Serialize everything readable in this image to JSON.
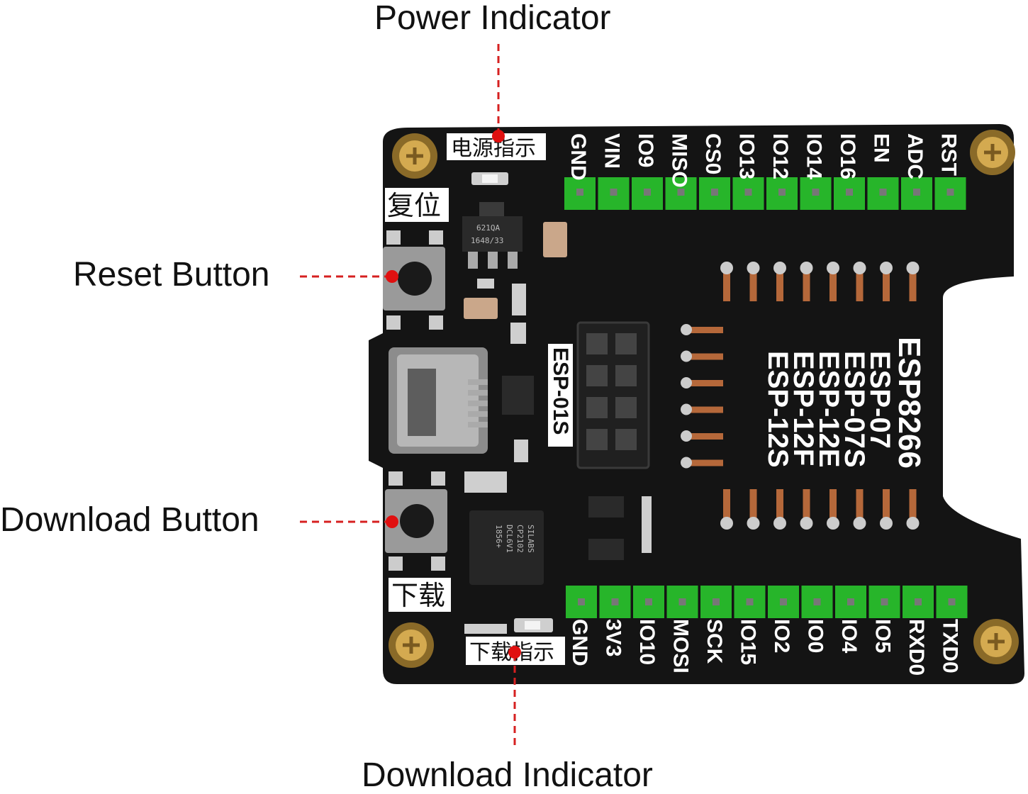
{
  "callouts": {
    "power_indicator": "Power Indicator",
    "reset_button": "Reset Button",
    "download_button": "Download Button",
    "download_indicator": "Download Indicator"
  },
  "silkscreen": {
    "power_indicator_cn": "电源指示",
    "reset_cn": "复位",
    "download_cn": "下载",
    "download_indicator_cn": "下载指示",
    "esp01s": "ESP-01S",
    "module_lines": [
      "ESP8266",
      "ESP-07",
      "ESP-07S",
      "ESP-12E",
      "ESP-12F",
      "ESP-12S"
    ],
    "top_pins": [
      "GND",
      "VIN",
      "IO9",
      "MISO",
      "CS0",
      "IO13",
      "IO12",
      "IO14",
      "IO16",
      "EN",
      "ADC",
      "RST"
    ],
    "bottom_pins": [
      "GND",
      "3V3",
      "IO10",
      "MOSI",
      "SCK",
      "IO15",
      "IO2",
      "IO0",
      "IO4",
      "IO5",
      "RXD0",
      "TXD0"
    ],
    "regulator_text": [
      "621QA",
      "1648/33"
    ],
    "usb_chip_text": [
      "SILABS",
      "CP2102",
      "DCL6V1",
      "1856+"
    ]
  },
  "colors": {
    "pcb": "#141414",
    "header_green": "#27b52a",
    "gold": "#c9a24a",
    "callout_line": "#d62020",
    "callout_dot": "#e01010",
    "copper_pin": "#b5683a"
  }
}
